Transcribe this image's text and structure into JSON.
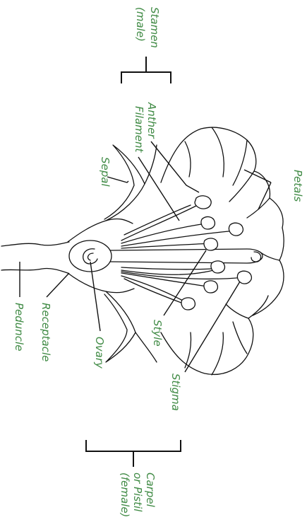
{
  "labels": {
    "stamen": "Stamen",
    "stamen_sub": "(male)",
    "anther": "Anther",
    "filament": "Filament",
    "sepal": "Sepal",
    "petals": "Petals",
    "receptacle": "Receptacle",
    "peduncle": "Peduncle",
    "ovary": "Ovary",
    "style": "Style",
    "stigma": "Stigma",
    "carpel": "Carpel",
    "carpel_or": "or Pistil",
    "carpel_sub": "(female)"
  },
  "colors": {
    "label_green": "#3f8a44",
    "ink": "#111111"
  }
}
